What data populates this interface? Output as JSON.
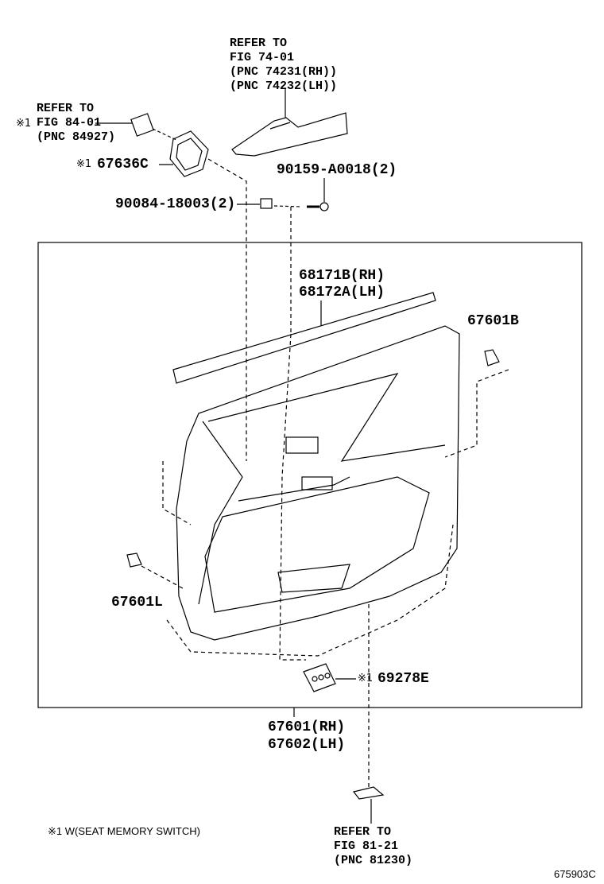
{
  "refs": {
    "armrest_base": [
      "REFER TO",
      "FIG 74-01",
      "(PNC 74231(RH))",
      "(PNC 74232(LH))"
    ],
    "switch": [
      "REFER TO",
      "FIG 84-01",
      "(PNC 84927)"
    ],
    "inside_handle": [
      "REFER TO",
      "FIG 81-21",
      "(PNC 81230)"
    ]
  },
  "marks": {
    "note_mark": "※1"
  },
  "parts": {
    "bezel": "67636C",
    "screw": "90159-A0018(2)",
    "nut": "90084-18003(2)",
    "weatherstrip_rh": "68171B(RH)",
    "weatherstrip_lh": "68172A(LH)",
    "clip_b": "67601B",
    "clip_l": "67601L",
    "memory_switch_cover": "69278E",
    "panel_rh": "67601(RH)",
    "panel_lh": "67602(LH)"
  },
  "footnote": "※1 W(SEAT MEMORY SWITCH)",
  "figure_id": "675903C"
}
